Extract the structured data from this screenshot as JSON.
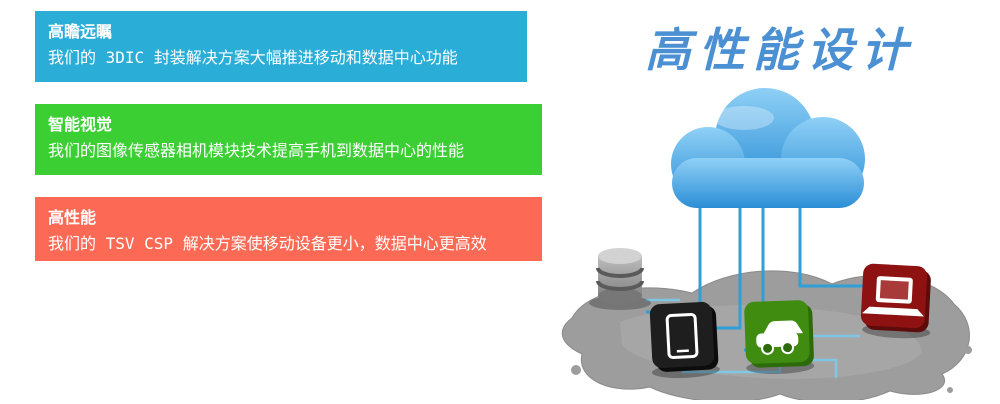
{
  "banners": [
    {
      "title": "高瞻远瞩",
      "text": "我们的 3DIC 封装解决方案大幅推进移动和数据中心功能",
      "color": "#2aaed8"
    },
    {
      "title": "智能视觉",
      "text": "我们的图像传感器相机模块技术提高手机到数据中心的性能",
      "color": "#3ccf34"
    },
    {
      "title": "高性能",
      "text": "我们的 TSV CSP 解决方案使移动设备更小，数据中心更高效",
      "color": "#fc6a55"
    }
  ],
  "headline": {
    "title": "高性能设计",
    "color": "#4a90d2"
  },
  "illustration": {
    "cloud_color": "#3f9de2",
    "ground_color": "#9d9d9d",
    "line_color": "#2f9fd8",
    "icons": [
      {
        "name": "database-icon",
        "color": "#9a9a9a"
      },
      {
        "name": "tablet-icon",
        "color": "#1e1e1e"
      },
      {
        "name": "car-icon",
        "color": "#3f8c10"
      },
      {
        "name": "laptop-icon",
        "color": "#8e1212"
      }
    ]
  }
}
